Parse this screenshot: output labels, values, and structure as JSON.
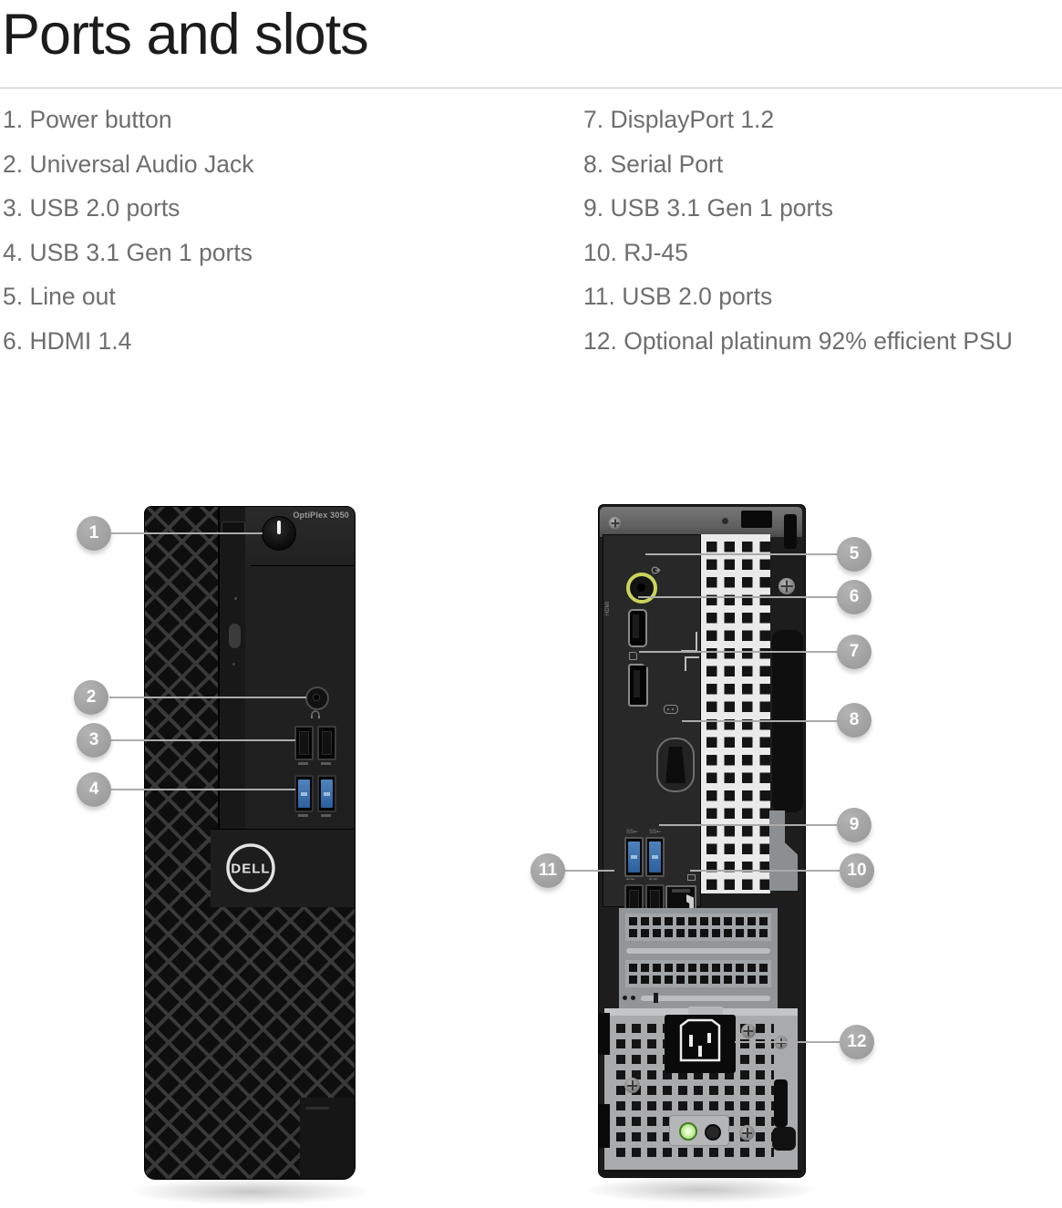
{
  "page": {
    "title": "Ports and slots"
  },
  "legend": {
    "left": [
      {
        "text": "1. Power button"
      },
      {
        "text": "2. Universal Audio Jack"
      },
      {
        "text": "3. USB 2.0 ports"
      },
      {
        "text": "4. USB 3.1 Gen 1 ports"
      },
      {
        "text": "5. Line out"
      },
      {
        "text": "6. HDMI 1.4"
      }
    ],
    "right": [
      {
        "text": "7. DisplayPort 1.2"
      },
      {
        "text": "8. Serial Port"
      },
      {
        "text": "9. USB 3.1 Gen 1 ports"
      },
      {
        "text": "10. RJ-45"
      },
      {
        "text": "11. USB 2.0 ports"
      },
      {
        "text": "12. Optional platinum 92% efficient PSU"
      }
    ]
  },
  "callouts": [
    {
      "n": "1",
      "target": "power-button"
    },
    {
      "n": "2",
      "target": "universal-audio-jack"
    },
    {
      "n": "3",
      "target": "front-usb-2-0-ports"
    },
    {
      "n": "4",
      "target": "front-usb-3-1-gen1-ports"
    },
    {
      "n": "5",
      "target": "line-out"
    },
    {
      "n": "6",
      "target": "hdmi-1-4"
    },
    {
      "n": "7",
      "target": "displayport-1-2"
    },
    {
      "n": "8",
      "target": "serial-port"
    },
    {
      "n": "9",
      "target": "rear-usb-3-1-gen1-ports"
    },
    {
      "n": "10",
      "target": "rj-45"
    },
    {
      "n": "11",
      "target": "rear-usb-2-0-ports"
    },
    {
      "n": "12",
      "target": "psu-power-inlet"
    }
  ],
  "devices": {
    "front": {
      "model_label": "OptiPlex 3050",
      "brand_logo": "DELL"
    },
    "rear": {
      "hdmi_label": "HDMI"
    }
  },
  "colors": {
    "title_text": "#1c1c1c",
    "legend_text": "#6e6e6e",
    "callout_gray": "#a6a6a6",
    "divider": "#c6c6c6",
    "usb3_blue": "#2e6db4",
    "line_out_green": "#c9d45a",
    "psu_silver": "#a8aaac",
    "chassis_black": "#1b1b1b"
  }
}
